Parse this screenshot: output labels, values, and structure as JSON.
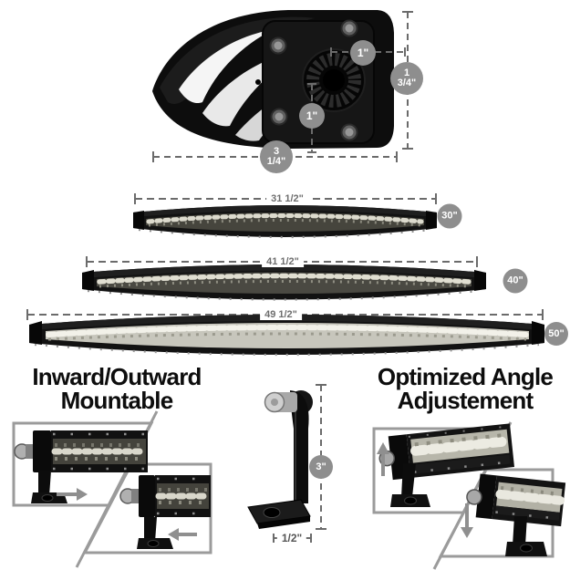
{
  "profile_dims": {
    "knob": "1\"",
    "center": "1\"",
    "height": [
      "1",
      "3/4\""
    ],
    "width": [
      "3",
      "1/4\""
    ]
  },
  "bars": [
    {
      "dim": "31 1/2\"",
      "size": "30\""
    },
    {
      "dim": "41 1/2\"",
      "size": "40\""
    },
    {
      "dim": "49 1/2\"",
      "size": "50\""
    }
  ],
  "left_feature": {
    "line1": "Inward/Outward",
    "line2": "Mountable"
  },
  "right_feature": {
    "line1": "Optimized Angle",
    "line2": "Adjustement"
  },
  "bracket_dims": {
    "height": "3\"",
    "width": "1/2\""
  },
  "colors": {
    "background": "#ffffff",
    "badge_gray": "#8e8e8e",
    "dim_line_gray": "#6b6b6b",
    "title_black": "#0d0d0d",
    "panel_border_gray": "#9b9b9b",
    "bar_black": "#111111"
  }
}
